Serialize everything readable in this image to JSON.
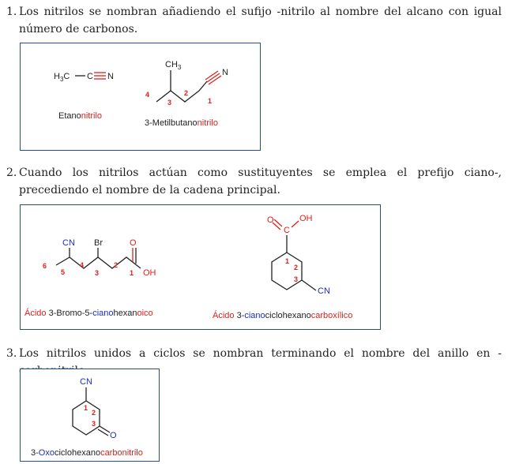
{
  "rules": [
    {
      "num": "1.",
      "text": "Los nitrilos se nombran añadiendo el sufijo -nitrilo al nombre del alcano con igual número de carbonos."
    },
    {
      "num": "2.",
      "text": "Cuando los nitrilos actúan como sustituyentes se emplea el prefijo ciano-, precediendo el nombre de la cadena principal."
    },
    {
      "num": "3.",
      "text": "Los nitrilos unidos a ciclos se nombran terminando el nombre del anillo en -carbonitrilo"
    }
  ],
  "box1": {
    "mol1": {
      "formula_left": "H3C",
      "formula_c": "C",
      "formula_n": "N",
      "name_a": "Etano",
      "name_b": "nitrilo"
    },
    "mol2": {
      "ch3": "CH",
      "ch3_sub": "3",
      "n": "N",
      "locants": [
        "4",
        "3",
        "2",
        "1"
      ],
      "name_a": "3-Metilbutano",
      "name_b": "nitrilo"
    }
  },
  "box2": {
    "mol1": {
      "cn": "CN",
      "br": "Br",
      "o": "O",
      "oh": "OH",
      "locants": [
        "6",
        "5",
        "4",
        "3",
        "2",
        "1"
      ],
      "name_a": "Ácido ",
      "name_b": "3-Bromo-5-",
      "name_c": "ciano",
      "name_d": "hexan",
      "name_e": "oico"
    },
    "mol2": {
      "o": "O",
      "oh": "OH",
      "c": "C",
      "cn": "CN",
      "locants": [
        "1",
        "2",
        "3"
      ],
      "name_a": "Ácido ",
      "name_b": "3-",
      "name_c": "ciano",
      "name_d": "ciclohexano",
      "name_e": "carboxílico"
    }
  },
  "box3": {
    "mol1": {
      "cn": "CN",
      "o": "O",
      "locants": [
        "1",
        "2",
        "3"
      ],
      "name_a": "3-",
      "name_b": "Oxo",
      "name_c": "ciclohexano",
      "name_d": "carbonitrilo"
    }
  }
}
